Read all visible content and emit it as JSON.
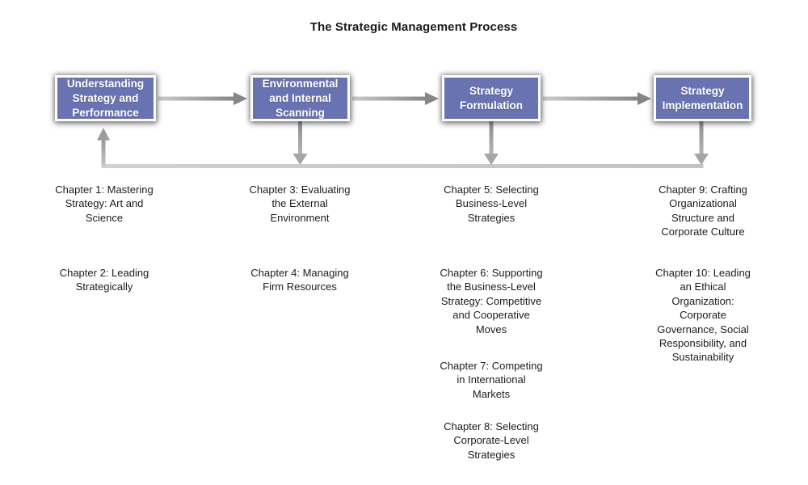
{
  "title": "The Strategic Management Process",
  "stages": [
    {
      "label": "Understanding\nStrategy and\nPerformance",
      "chapters": [
        "Chapter 1: Mastering\nStrategy: Art and\nScience",
        "Chapter 2: Leading\nStrategically"
      ]
    },
    {
      "label": "Environmental\nand Internal\nScanning",
      "chapters": [
        "Chapter 3: Evaluating\nthe External\nEnvironment",
        "Chapter 4: Managing\nFirm Resources"
      ]
    },
    {
      "label": "Strategy\nFormulation",
      "chapters": [
        "Chapter 5: Selecting\nBusiness-Level\nStrategies",
        "Chapter 6: Supporting\nthe Business-Level\nStrategy: Competitive\nand Cooperative\nMoves",
        "Chapter 7: Competing\nin International\nMarkets",
        "Chapter 8: Selecting\nCorporate-Level\nStrategies"
      ]
    },
    {
      "label": "Strategy\nImplementation",
      "chapters": [
        "Chapter 9: Crafting\nOrganizational\nStructure and\nCorporate Culture",
        "Chapter 10: Leading\nan Ethical\nOrganization:\nCorporate\nGovernance, Social\nResponsibility, and\nSustainability"
      ]
    }
  ],
  "colors": {
    "box_fill": "#6A73B2",
    "box_border": "#FFFFFF",
    "box_text": "#FFFFFF",
    "arrow_light": "#C9C9C9",
    "arrow_dark": "#868686",
    "down_arrow": "#A6A6A6",
    "feedback_line": "#C7C9CC",
    "title_text": "#1A1A1A",
    "chapter_text": "#1C1C1C"
  }
}
